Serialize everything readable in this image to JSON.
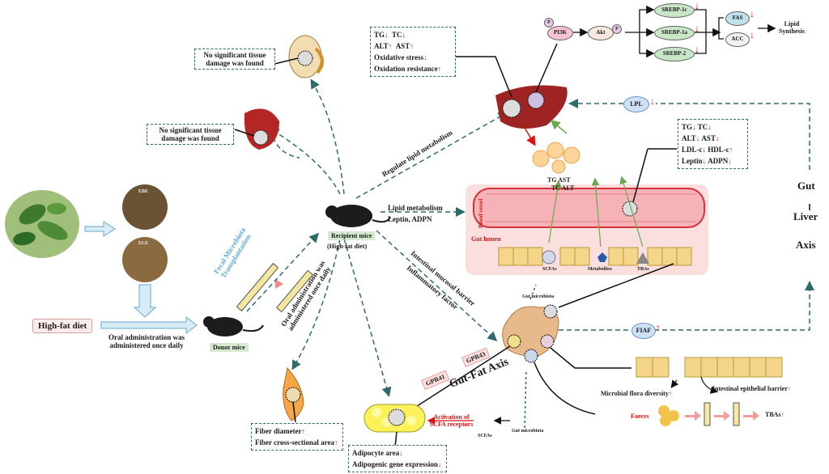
{
  "plant_extracts": {
    "top": "EBE",
    "bottom": "ELE"
  },
  "high_fat_diet": "High-fat diet",
  "oral_admin_bottom": "Oral administration was administered once daily",
  "donor_mice": "Donor mice",
  "recipient_mice": "Recipient mice",
  "recipient_sub": "(High-fat diet)",
  "fmt_label": "Fecal Microbiota Transplantation",
  "oral_admin_rotated": "Oral administration was administered once daily",
  "kidney_note": "No significant tissue damage was found",
  "spleen_note": "No significant tissue damage was found",
  "regulate_lipid": "Regulate lipid metabolism",
  "lipid_metabolism": "Lipid metabolism",
  "leptin_adpn": "Leptin, ADPN",
  "intestinal_barrier_line": "Intestinal mucosal barrier",
  "inflammatory_line": "Inflammatory factor",
  "liver_box": {
    "r1a": "TG",
    "r1b": "TC",
    "r2a": "ALT",
    "r2b": "AST",
    "r3": "Oxidative stress",
    "r4": "Oxidation resistance"
  },
  "serum_box": {
    "r1a": "TG",
    "r1b": "TC",
    "r2a": "ALT",
    "r2b": "AST",
    "r3a": "LDL-c",
    "r3b": "HDL-c",
    "r4a": "Leptin",
    "r4b": "ADPN"
  },
  "pathway": {
    "pi3k": "PI3K",
    "akt": "Akt",
    "p": "P",
    "srebp1c": "SREBP-1c",
    "srebp1a": "SREBP-1a",
    "srebp2": "SREBP-2",
    "fas": "FAS",
    "acc": "ACC",
    "lipid_synthesis": "Lipid Synthesis"
  },
  "lpl": "LPL",
  "fiaf": "FIAF",
  "gut_liver_axis": {
    "gut": "Gut",
    "liver": "Liver",
    "axis": "Axis"
  },
  "blood_vessel": "Blood vessel",
  "gut_lumen": "Gut lumen",
  "tg_ast": "TG  AST",
  "tc_alt": "TC    ALT",
  "scfas": "SCFAs",
  "metabolites": "Metabolites",
  "tbas": "TBAs",
  "gut_microbiota": "Gut microbiota",
  "gut_fat_axis": "Gut-Fat  Axis",
  "gpr41": "GPR41",
  "gpr43": "GPR43",
  "scfa_receptors": "Activation of SCFA receptors",
  "scfas_bottom": "SCFAs",
  "gut_microbiota_bottom": "Gut microbiota",
  "adipocyte_area": "Adipocyte area",
  "adipogenic": "Adipogenic gene expression",
  "fiber_diameter": "Fiber diameter",
  "fiber_cross": "Fiber cross-sectional area",
  "microbial_diversity": "Microbial flora diversity",
  "intestinal_epithelial": "Intestinal epithelial barrier",
  "faeces": "Faeces",
  "tbas_right": "TBAs",
  "colors": {
    "arrow_red": "#d11111",
    "dashed_teal": "#2f6b6b",
    "gut_bg": "#fbdede"
  }
}
